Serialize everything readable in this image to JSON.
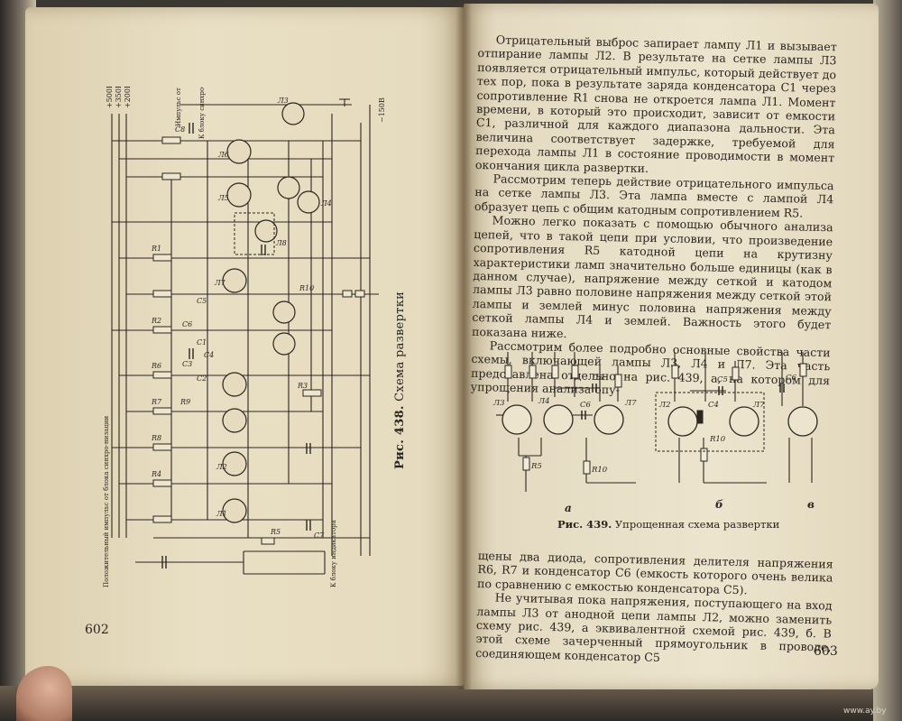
{
  "left_page": {
    "page_number": "602",
    "figure_caption_number": "Рис. 438.",
    "figure_caption_text": "Схема развертки",
    "schematic_labels": {
      "supply_top": [
        "+500В",
        "+350В",
        "+200В"
      ],
      "supply_right": "−150В",
      "input_top_a": "Импульс от ПИ",
      "input_top_b": "К блоку синхро-низации",
      "bottom_input": "Положительный импульс от блока синхро-низации",
      "bottom_right": "К блоку индикатора",
      "component_labels": [
        "Л3",
        "Л6",
        "Л5",
        "Л4",
        "Л8",
        "Л7",
        "Л1",
        "Л2",
        "R1",
        "R2",
        "R3",
        "R4",
        "R5",
        "R6",
        "R7",
        "R8",
        "R9",
        "R10",
        "C1",
        "C2",
        "C3",
        "C4",
        "C5",
        "C6",
        "C7",
        "C8"
      ]
    }
  },
  "right_page": {
    "page_number": "603",
    "paragraphs_top": [
      "Отрицательный выброс запирает лампу Л1 и вызывает отпирание лампы Л2. В результате на сетке лампы Л3 появляется отрицательный импульс, который действует до тех пор, пока в результате заряда конденсатора C1 через сопротивление R1 снова не откроется лампа Л1. Момент времени, в который это происходит, зависит от емкости C1, различной для каждого диапазона дальности. Эта величина соответствует задержке, требуемой для перехода лампы Л1 в состояние проводимости в момент окончания цикла развертки.",
      "Рассмотрим теперь действие отрицательного импульса на сетке лампы Л3. Эта лампа вместе с лампой Л4 образует цепь с общим катодным сопротивлением R5.",
      "Можно легко показать с помощью обычного анализа цепей, что в такой цепи при условии, что произведение сопротивления R5 катодной цепи на крутизну характеристики ламп значительно больше единицы (как в данном случае), напряжение между сеткой и катодом лампы Л3 равно половине напряжения между сеткой этой лампы и землей минус половина напряжения между сеткой лампы Л4 и землей. Важность этого будет показана ниже.",
      "Рассмотрим более подробно основные свойства части схемы, включающей лампы Л3, Л4 и Л7. Эта часть представлена отдельно на рис. 439, а, на котором для упрощения анализа опу-"
    ],
    "figure_439": {
      "caption_number": "Рис. 439.",
      "caption_text": "Упрощенная схема развертки",
      "sub_labels": [
        "а",
        "б",
        "в"
      ],
      "labels_a": [
        "Л3",
        "Л4",
        "Л7",
        "C5",
        "C6",
        "R5",
        "R10"
      ],
      "labels_b": [
        "Л2",
        "Л7",
        "C5",
        "C4",
        "R10"
      ],
      "labels_c": [
        "C6"
      ]
    },
    "paragraphs_bottom": [
      "щены два диода, сопротивления делителя напряжения R6, R7 и конденсатор C6 (емкость которого очень велика по сравнению с емкостью конденсатора C5).",
      "Не учитывая пока напряжения, поступающего на вход лампы Л3 от анодной цепи лампы Л2, можно заменить схему рис. 439, а эквивалентной схемой рис. 439, б. В этой схеме зачерченный прямоугольник в проводе, соединяющем конденсатор C5"
    ]
  },
  "watermark": "www.ay.by"
}
